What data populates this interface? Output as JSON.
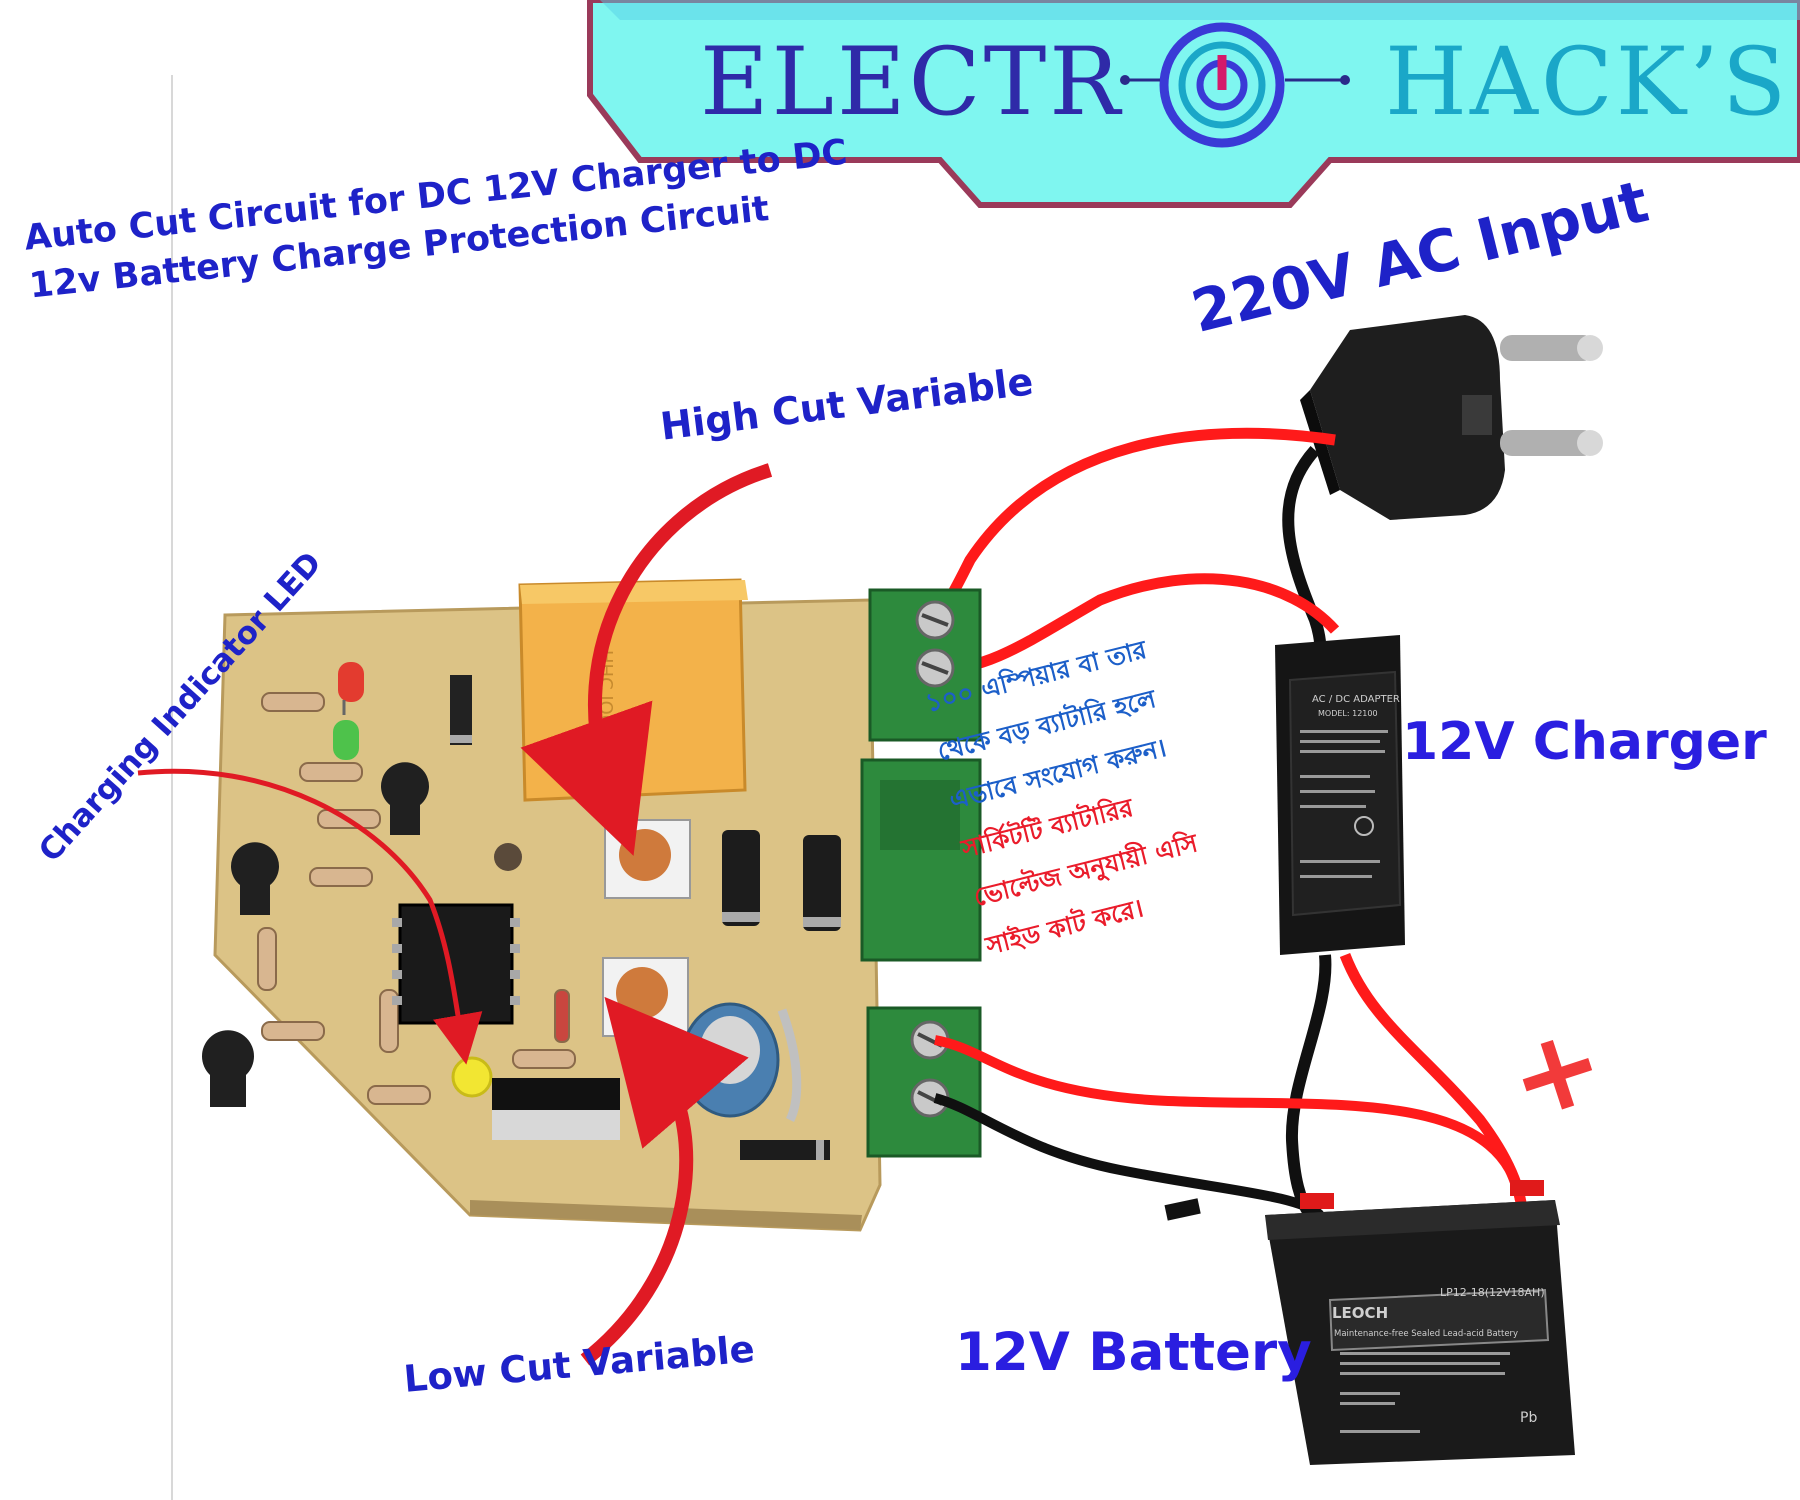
{
  "logo": {
    "left_text": "ELECTR",
    "right_text": "HACK’S",
    "colors": {
      "left": "#2f2aa8",
      "right": "#1aa7c8",
      "banner": "#7ff6f0"
    }
  },
  "title": {
    "line1": "Auto Cut Circuit for DC 12V Charger to DC",
    "line2": "12v Battery Charge Protection Circuit"
  },
  "labels": {
    "ac_input": "220V  AC Input",
    "high_cut": "High Cut Variable",
    "charging_led": "Charging Indicator LED",
    "low_cut": "Low Cut Variable",
    "charger": "12V Charger",
    "battery": "12V Battery",
    "plus": "+",
    "minus": "-"
  },
  "note_bn": {
    "line1": "১০০ এম্পিয়ার বা তার",
    "line2": "থেকে বড় ব্যাটারি হলে",
    "line3": "এভাবে সংযোগ করুন।",
    "line4": "সার্কিটটি ব্যাটারির",
    "line5": "ভোল্টেজ অনুযায়ী এসি",
    "line6": "সাইড কাট করে।"
  },
  "adapter_label": {
    "title": "AC / DC ADAPTER",
    "model": "MODEL: 12100"
  },
  "battery_label": {
    "brand": "LEOCH",
    "model": "LP12-18(12V18AH)",
    "type": "Maintenance-free Sealed Lead-acid Battery",
    "pb": "Pb"
  },
  "relay_label": "HHC JQC-3FC(T73)",
  "colors": {
    "pcb": "#dcc386",
    "terminal": "#2d8a3d",
    "wire_red": "#ff1a1a",
    "wire_black": "#101010",
    "arrow": "#e01a24",
    "label": "#1e22c8"
  }
}
